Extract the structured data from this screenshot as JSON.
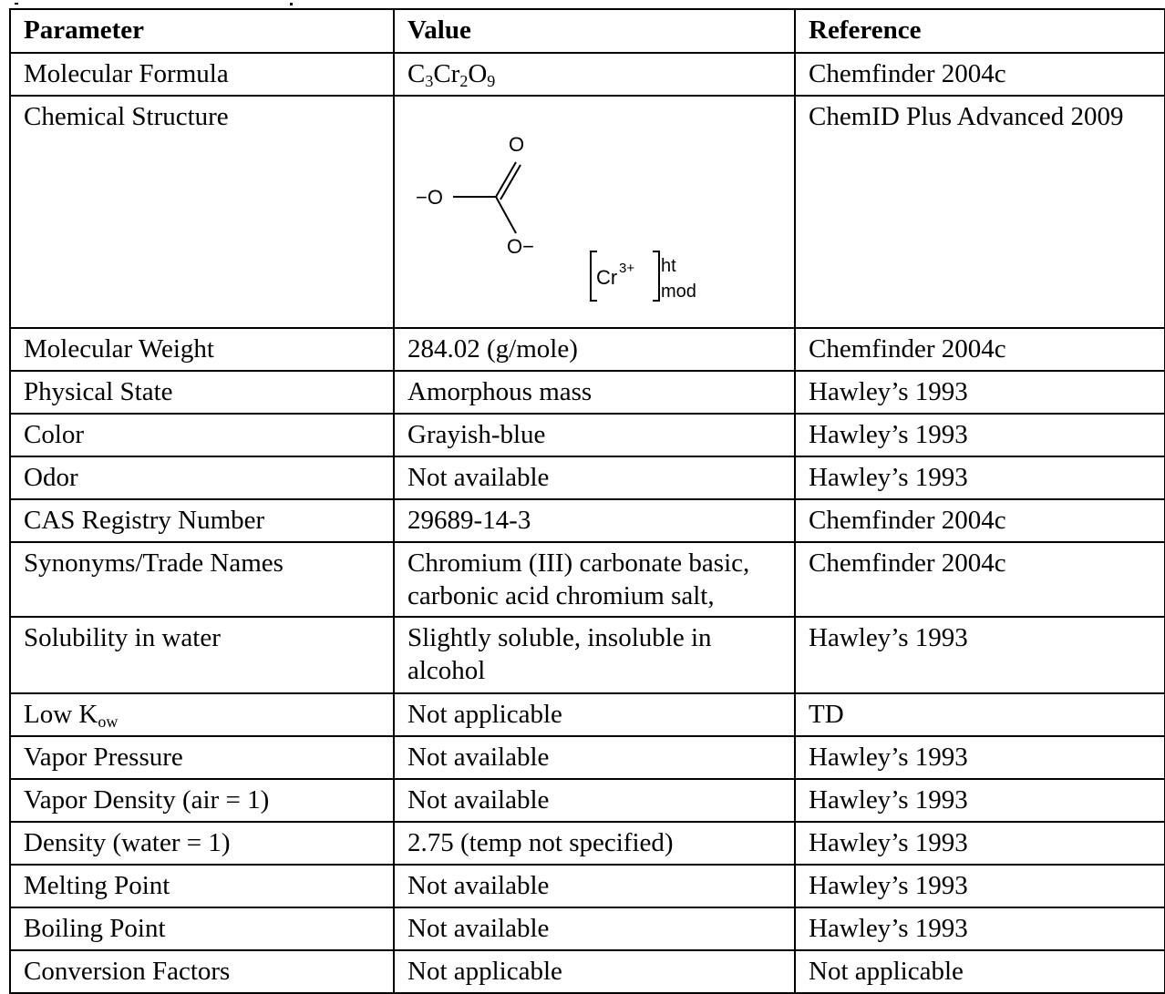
{
  "table": {
    "headers": [
      "Parameter",
      "Value",
      "Reference"
    ],
    "rows": [
      {
        "parameter": "Molecular Formula",
        "value_parts": [
          "C",
          "3",
          "Cr",
          "2",
          "O",
          "9"
        ],
        "reference": "Chemfinder 2004c"
      },
      {
        "parameter": "Chemical Structure",
        "reference": "ChemID Plus Advanced 2009",
        "structure": {
          "o_top": "O",
          "o_left": "−O",
          "o_bottom": "O−",
          "cr": "Cr",
          "cr_charge": "3+",
          "ht": "ht",
          "mod": "mod"
        }
      },
      {
        "parameter": "Molecular Weight",
        "value": "284.02 (g/mole)",
        "reference": "Chemfinder 2004c"
      },
      {
        "parameter": "Physical State",
        "value": "Amorphous mass",
        "reference": "Hawley’s 1993"
      },
      {
        "parameter": "Color",
        "value": "Grayish-blue",
        "reference": "Hawley’s 1993"
      },
      {
        "parameter": "Odor",
        "value": "Not available",
        "reference": "Hawley’s 1993"
      },
      {
        "parameter": "CAS Registry Number",
        "value": "29689-14-3",
        "reference": "Chemfinder 2004c"
      },
      {
        "parameter": "Synonyms/Trade Names",
        "value_line1": "Chromium (III) carbonate basic,",
        "value_line2": "carbonic acid chromium salt,",
        "reference": "Chemfinder 2004c"
      },
      {
        "parameter": "Solubility in water",
        "value_line1": "Slightly soluble, insoluble in",
        "value_line2": "alcohol",
        "reference": "Hawley’s 1993"
      },
      {
        "parameter_parts": [
          "Low K",
          "ow"
        ],
        "value": "Not applicable",
        "reference": "TD"
      },
      {
        "parameter": "Vapor Pressure",
        "value": "Not available",
        "reference": "Hawley’s 1993"
      },
      {
        "parameter": "Vapor Density (air = 1)",
        "value": "Not available",
        "reference": "Hawley’s 1993"
      },
      {
        "parameter": "Density (water = 1)",
        "value": "2.75 (temp not specified)",
        "reference": "Hawley’s 1993"
      },
      {
        "parameter": "Melting Point",
        "value": "Not available",
        "reference": "Hawley’s 1993"
      },
      {
        "parameter": "Boiling Point",
        "value": "Not available",
        "reference": "Hawley’s 1993"
      },
      {
        "parameter": "Conversion Factors",
        "value": "Not applicable",
        "reference": "Not applicable"
      }
    ]
  }
}
